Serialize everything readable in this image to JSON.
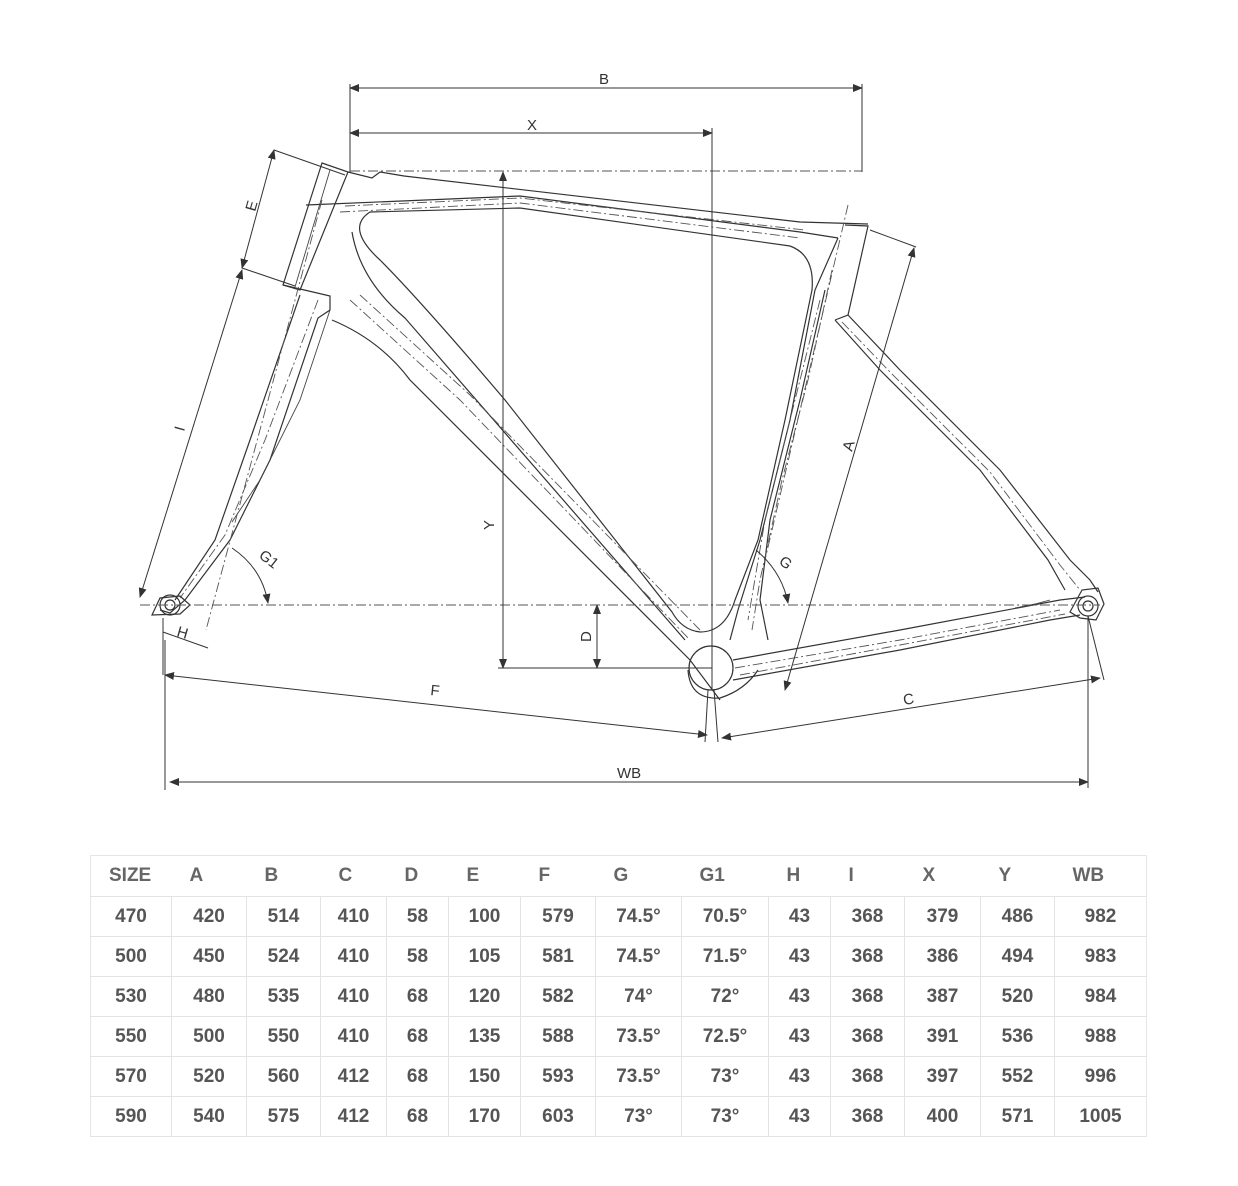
{
  "diagram": {
    "labels": {
      "B": "B",
      "X": "X",
      "E": "E",
      "I": "I",
      "A": "A",
      "Y": "Y",
      "G1": "G1",
      "G": "G",
      "H": "H",
      "D": "D",
      "F": "F",
      "C": "C",
      "WB": "WB"
    }
  },
  "table": {
    "headers": [
      "SIZE",
      "A",
      "B",
      "C",
      "D",
      "E",
      "F",
      "G",
      "G1",
      "H",
      "I",
      "X",
      "Y",
      "WB"
    ],
    "rows": [
      [
        "470",
        "420",
        "514",
        "410",
        "58",
        "100",
        "579",
        "74.5°",
        "70.5°",
        "43",
        "368",
        "379",
        "486",
        "982"
      ],
      [
        "500",
        "450",
        "524",
        "410",
        "58",
        "105",
        "581",
        "74.5°",
        "71.5°",
        "43",
        "368",
        "386",
        "494",
        "983"
      ],
      [
        "530",
        "480",
        "535",
        "410",
        "68",
        "120",
        "582",
        "74°",
        "72°",
        "43",
        "368",
        "387",
        "520",
        "984"
      ],
      [
        "550",
        "500",
        "550",
        "410",
        "68",
        "135",
        "588",
        "73.5°",
        "72.5°",
        "43",
        "368",
        "391",
        "536",
        "988"
      ],
      [
        "570",
        "520",
        "560",
        "412",
        "68",
        "150",
        "593",
        "73.5°",
        "73°",
        "43",
        "368",
        "397",
        "552",
        "996"
      ],
      [
        "590",
        "540",
        "575",
        "412",
        "68",
        "170",
        "603",
        "73°",
        "73°",
        "43",
        "368",
        "400",
        "571",
        "1005"
      ]
    ]
  }
}
